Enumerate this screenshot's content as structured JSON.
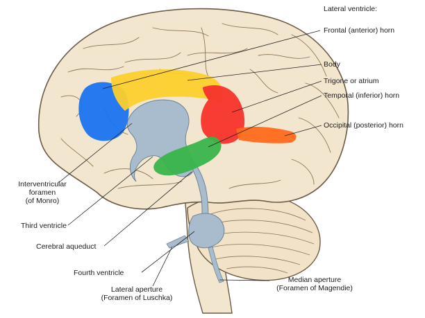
{
  "labels": {
    "lateral_ventricle_heading": "Lateral ventricle:",
    "frontal_horn": "Frontal (anterior) horn",
    "body": "Body",
    "trigone": "Trigone or atrium",
    "temporal_horn": "Temporal (inferior) horn",
    "occipital_horn": "Occipital (posterior) horn",
    "interventricular_foramen": [
      "Interventricular",
      "foramen",
      "(of Monro)"
    ],
    "third_ventricle": "Third ventricle",
    "cerebral_aqueduct": "Cerebral aqueduct",
    "fourth_ventricle": "Fourth ventricle",
    "lateral_aperture": [
      "Lateral aperture",
      "(Foramen of Luschka)"
    ],
    "median_aperture": [
      "Median aperture",
      "(Foramen of Magendie)"
    ]
  },
  "colors": {
    "brain_fill": "#f3e6cf",
    "outline": "#6b5a44",
    "ventricle_system": "#a9bccd",
    "frontal_horn": "#1a73f0",
    "body": "#fbd02c",
    "trigone": "#f5332a",
    "temporal_horn": "#39b44a",
    "occipital_horn": "#ff6a1a"
  }
}
